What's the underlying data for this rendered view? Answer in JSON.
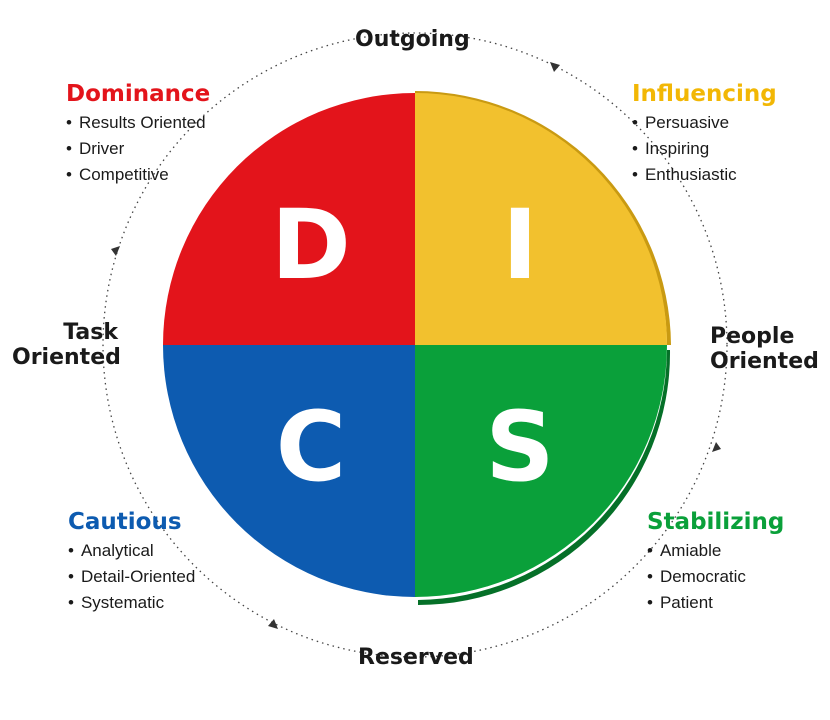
{
  "colors": {
    "dominance": "#e3141b",
    "influencing": "#f2c12e",
    "cautious": "#0d5bb0",
    "stabilizing": "#0aa03a",
    "text": "#1a1a1a",
    "orbit": "#444444"
  },
  "axes": {
    "top": "Outgoing",
    "bottom": "Reserved",
    "left": [
      "Task",
      "Oriented"
    ],
    "right": [
      "People",
      "Oriented"
    ]
  },
  "quadrants": {
    "dominance": {
      "letter": "D",
      "title": "Dominance",
      "traits": [
        "Results Oriented",
        "Driver",
        "Competitive"
      ]
    },
    "influencing": {
      "letter": "I",
      "title": "Influencing",
      "traits": [
        "Persuasive",
        "Inspiring",
        "Enthusiastic"
      ]
    },
    "cautious": {
      "letter": "C",
      "title": "Cautious",
      "traits": [
        "Analytical",
        "Detail-Oriented",
        "Systematic"
      ]
    },
    "stabilizing": {
      "letter": "S",
      "title": "Stabilizing",
      "traits": [
        "Amiable",
        "Democratic",
        "Patient"
      ]
    }
  }
}
